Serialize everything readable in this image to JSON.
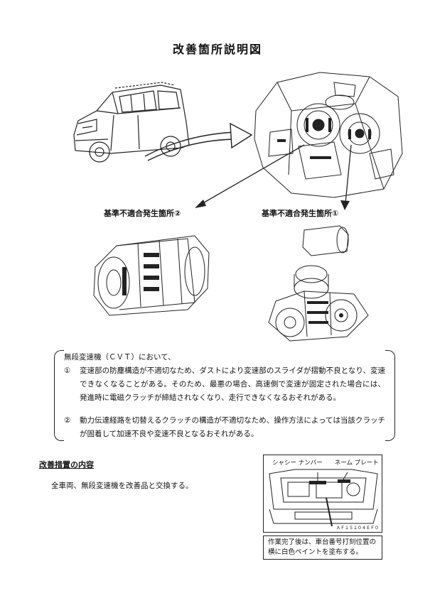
{
  "title": "改善箇所説明図",
  "labels": {
    "location2": "基準不適合発生箇所②",
    "location1": "基準不適合発生箇所①"
  },
  "notice": {
    "intro": "無段変速機（ＣＶＴ）において、",
    "items": [
      {
        "num": "①",
        "text": "変速部の防塵構造が不適切なため、ダストにより変速部のスライダが摺動不良となり、変速できなくなることがある。そのため、最悪の場合、高速側で変速が固定された場合には、発進時に電磁クラッチが締結されなくなり、走行できなくなるおそれがある。"
      },
      {
        "num": "②",
        "text": "動力伝達経路を切替えるクラッチの構造が不適切なため、操作方法によっては当該クラッチが固着して加速不良や変速不良となるおそれがある。"
      }
    ]
  },
  "measures": {
    "heading": "改善措置の内容",
    "body": "全車両、無段変速機を改善品と交換する。"
  },
  "plate": {
    "label": "シャシー ナンバー　　ネーム プレート",
    "code": "ＡＦ１５１０４ＥＦ０",
    "note": "作業完了後は、車台番号打刻位置の横に白色ペイントを塗布する。"
  }
}
